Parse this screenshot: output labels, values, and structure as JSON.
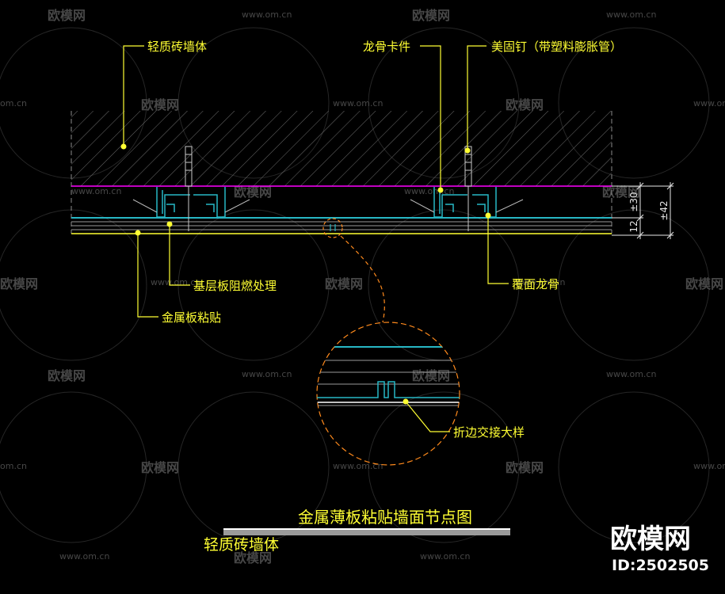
{
  "labels": {
    "wall": "轻质砖墙体",
    "keel_clip": "龙骨卡件",
    "nail": "美固钉（带塑料膨胀管）",
    "base_board": "基层板阻燃处理",
    "metal_panel": "金属板粘贴",
    "cover_keel": "覆面龙骨",
    "detail": "折边交接大样"
  },
  "dims": {
    "d1": "30",
    "d2": "12",
    "total": "42",
    "prefix": "±"
  },
  "title": "金属薄板粘贴墙面节点图",
  "subtitle": "轻质砖墙体",
  "watermark": {
    "brand": "欧模网",
    "url": "www.om.cn",
    "url_short": "om.cn",
    "id": "ID:2502505"
  },
  "colors": {
    "background": "#000000",
    "yellow": "#ffff33",
    "cyan": "#27b7c5",
    "magenta": "#ff00ff",
    "orange": "#ff8a1c",
    "white": "#ffffff",
    "hatch": "#7a7a7a",
    "dim": "#e8e8e8"
  }
}
